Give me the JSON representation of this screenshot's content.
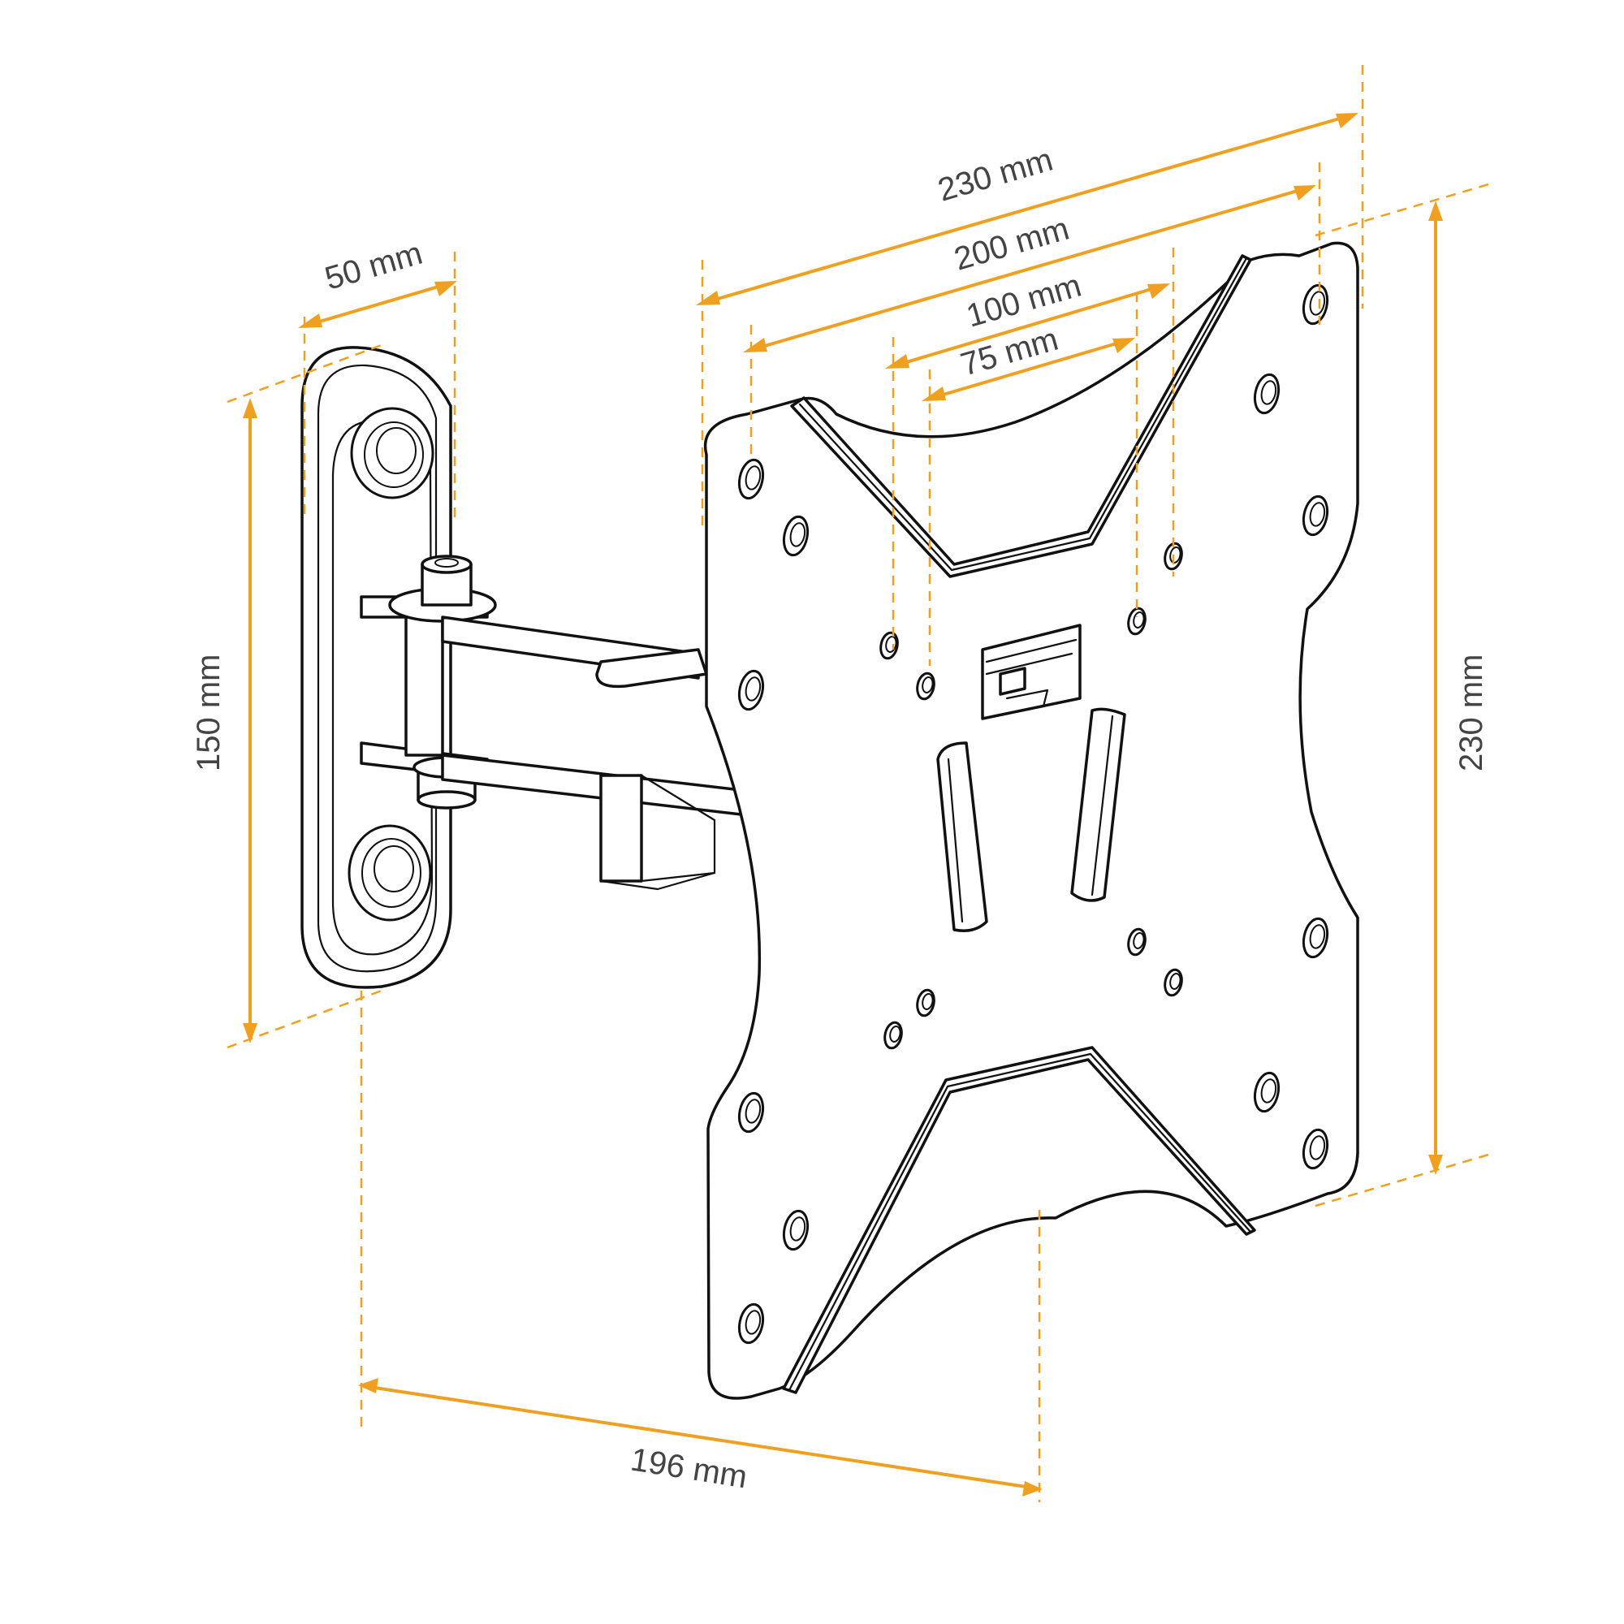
{
  "dimensions": {
    "top_230": "230 mm",
    "top_200": "200 mm",
    "top_100": "100 mm",
    "top_75": "75 mm",
    "wall_50": "50 mm",
    "wall_150": "150 mm",
    "right_230": "230 mm",
    "bottom_196": "196 mm"
  },
  "colors": {
    "dimension": "#f0a020",
    "line_art": "#111111",
    "label_text": "#444444",
    "background": "#ffffff"
  }
}
